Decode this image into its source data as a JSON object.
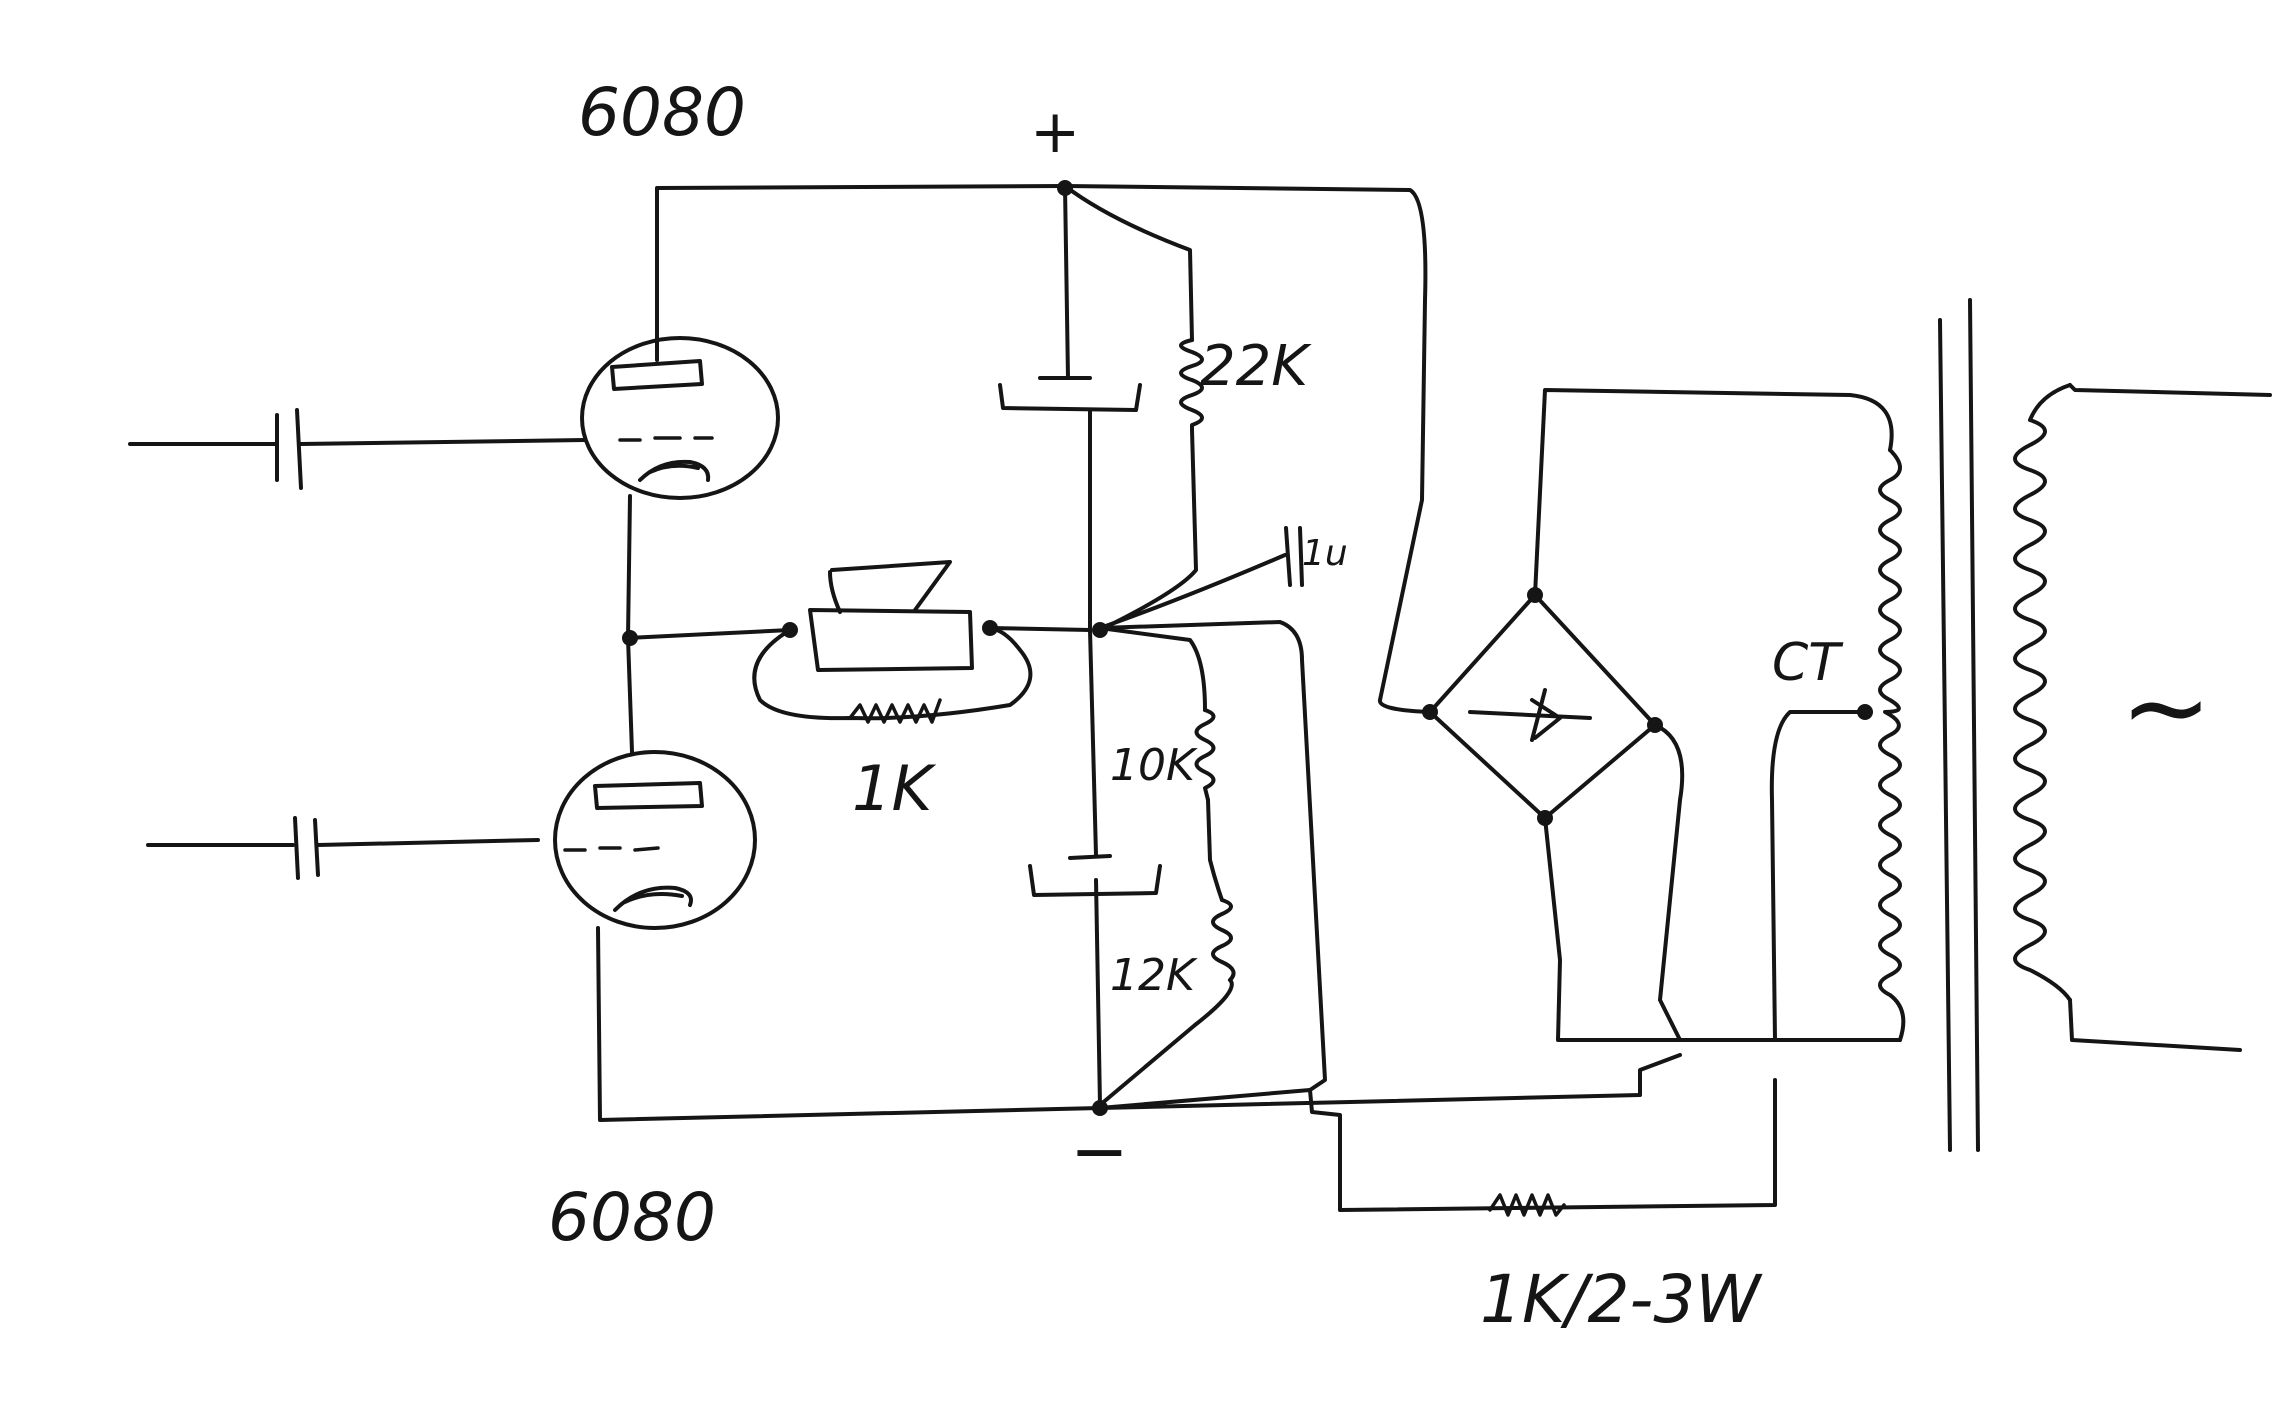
{
  "labels": {
    "tube_top": "6080",
    "tube_bottom": "6080",
    "plus": "+",
    "minus": "−",
    "r_22k": "22K",
    "cap_1u": "1u",
    "pot_1k": "1K",
    "r_10k": "10K",
    "r_12k": "12K",
    "ct": "CT",
    "r_bottom": "1K/2-3W",
    "ac": "~"
  }
}
